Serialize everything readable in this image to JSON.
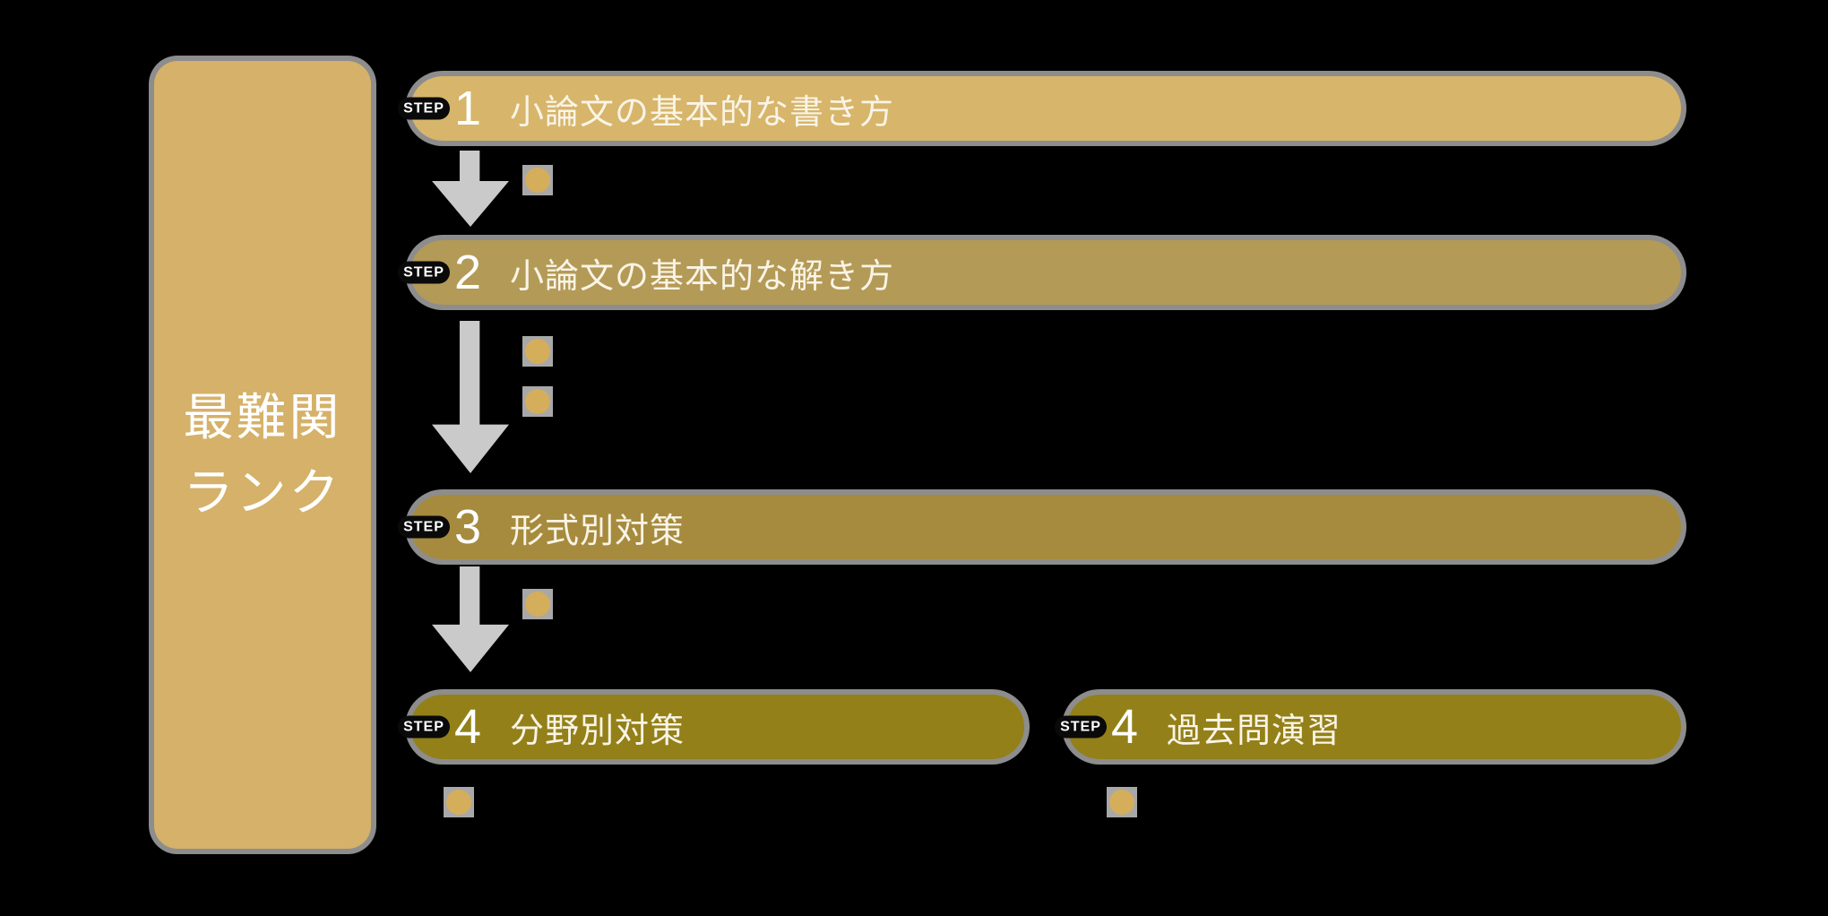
{
  "canvas": {
    "background_color": "#000000"
  },
  "sidebar": {
    "lines": [
      "最難関",
      "ランク"
    ],
    "color": "#d5b169",
    "text_color": "#ffffff"
  },
  "steps": [
    {
      "badge": "STEP",
      "number": "1",
      "label": "小論文の基本的な書き方",
      "color": "#d7b56a"
    },
    {
      "badge": "STEP",
      "number": "2",
      "label": "小論文の基本的な解き方",
      "color": "#b49a57"
    },
    {
      "badge": "STEP",
      "number": "3",
      "label": "形式別対策",
      "color": "#a68b3e"
    },
    {
      "badge": "STEP",
      "number": "4",
      "label": "分野別対策",
      "color": "#938018"
    },
    {
      "badge": "STEP",
      "number": "4",
      "label": "過去問演習",
      "color": "#938018"
    }
  ],
  "icons": {
    "arrow": {
      "name": "down-arrow",
      "color": "#cacaca"
    },
    "dot": {
      "color": "#d5ae5c",
      "background": "#a8a8a8"
    }
  },
  "badge_style": {
    "background": "#0a0a0a",
    "text_color": "#ffffff"
  },
  "effects": {
    "outline_color": "#a6a6a6"
  }
}
